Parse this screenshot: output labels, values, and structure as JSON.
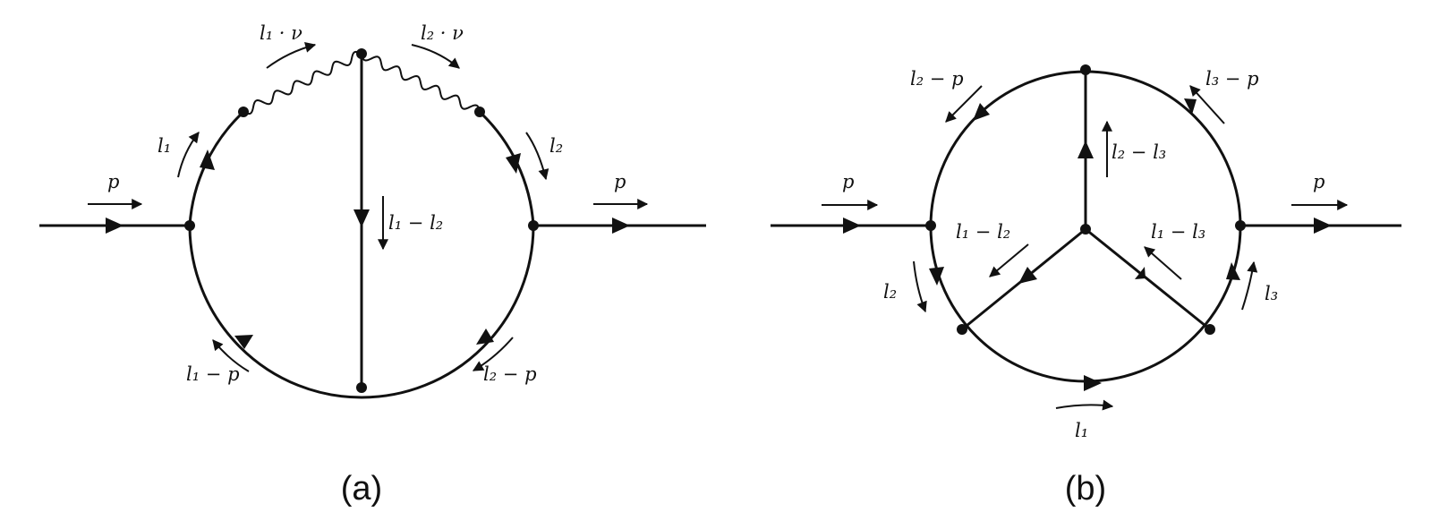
{
  "diagrams": [
    {
      "caption": "(a)",
      "labels": {
        "p_in": "p",
        "p_out": "p",
        "l1": "l₁",
        "l1_nu": "l₁ · ν",
        "l2_nu": "l₂ · ν",
        "l2": "l₂",
        "l1_minus_l2": "l₁ − l₂",
        "l1_minus_p": "l₁ − p",
        "l2_minus_p": "l₂ − p"
      }
    },
    {
      "caption": "(b)",
      "labels": {
        "p_in": "p",
        "p_out": "p",
        "l2_minus_p": "l₂ − p",
        "l3_minus_p": "l₃ − p",
        "l2_minus_l3": "l₂ − l₃",
        "l1_minus_l2": "l₁ − l₂",
        "l1_minus_l3": "l₁ − l₃",
        "l2": "l₂",
        "l3": "l₃",
        "l1": "l₁"
      }
    }
  ],
  "colors": {
    "ink": "#111111",
    "background": "#ffffff"
  }
}
